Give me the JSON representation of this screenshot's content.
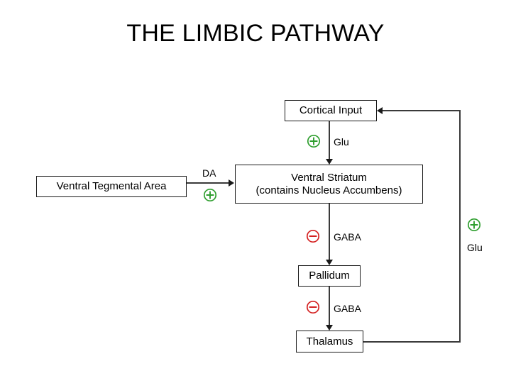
{
  "title": "THE LIMBIC PATHWAY",
  "colors": {
    "excitatory": "#2e9e2e",
    "inhibitory": "#d42020",
    "box_border": "#1a1a1a",
    "connector": "#3a3a3a",
    "background": "#ffffff",
    "text": "#000000"
  },
  "nodes": {
    "cortical_input": {
      "label": "Cortical Input"
    },
    "ventral_striatum": {
      "label_line1": "Ventral Striatum",
      "label_line2": "(contains Nucleus Accumbens)"
    },
    "ventral_tegmental_area": {
      "label": "Ventral Tegmental Area"
    },
    "pallidum": {
      "label": "Pallidum"
    },
    "thalamus": {
      "label": "Thalamus"
    }
  },
  "edges": {
    "cortex_to_striatum": {
      "transmitter": "Glu",
      "sign": "+",
      "sign_name": "excitatory"
    },
    "vta_to_striatum": {
      "transmitter": "DA",
      "sign": "+",
      "sign_name": "excitatory"
    },
    "striatum_to_pallidum": {
      "transmitter": "GABA",
      "sign": "−",
      "sign_name": "inhibitory"
    },
    "pallidum_to_thalamus": {
      "transmitter": "GABA",
      "sign": "−",
      "sign_name": "inhibitory"
    },
    "thalamus_to_cortex": {
      "transmitter": "Glu",
      "sign": "+",
      "sign_name": "excitatory"
    }
  }
}
